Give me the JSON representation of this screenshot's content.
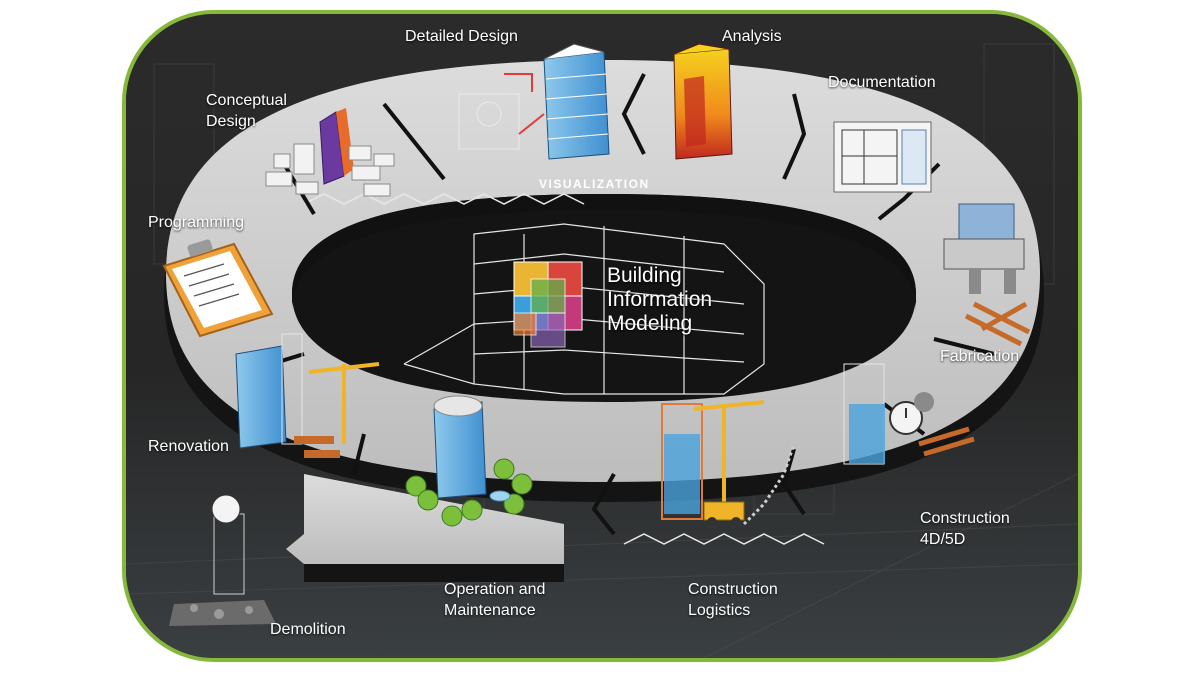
{
  "center": {
    "title_lines": [
      "Building",
      "Information",
      "Modeling"
    ],
    "cube_colors": [
      "#e9b533",
      "#d9453c",
      "#c23a7a",
      "#3a9fd8",
      "#62b04a",
      "#8a64b6",
      "#f07a2b"
    ]
  },
  "ring_caption": "VISUALIZATION",
  "stages": [
    {
      "id": "detailed-design",
      "lines": [
        "Detailed Design"
      ]
    },
    {
      "id": "analysis",
      "lines": [
        "Analysis"
      ]
    },
    {
      "id": "documentation",
      "lines": [
        "Documentation"
      ]
    },
    {
      "id": "conceptual-design",
      "lines": [
        "Conceptual",
        "Design"
      ]
    },
    {
      "id": "programming",
      "lines": [
        "Programming"
      ]
    },
    {
      "id": "fabrication",
      "lines": [
        "Fabrication"
      ]
    },
    {
      "id": "renovation",
      "lines": [
        "Renovation"
      ]
    },
    {
      "id": "construction-4d5d",
      "lines": [
        "Construction",
        "4D/5D"
      ]
    },
    {
      "id": "operation-maintenance",
      "lines": [
        "Operation and",
        "Maintenance"
      ]
    },
    {
      "id": "construction-logistics",
      "lines": [
        "Construction",
        "Logistics"
      ]
    },
    {
      "id": "demolition",
      "lines": [
        "Demolition"
      ]
    }
  ],
  "colors": {
    "frame_border": "#86b83a",
    "ring_top": "#d2d2d2",
    "ring_edge": "#141414",
    "background": "#1e1e1e"
  }
}
